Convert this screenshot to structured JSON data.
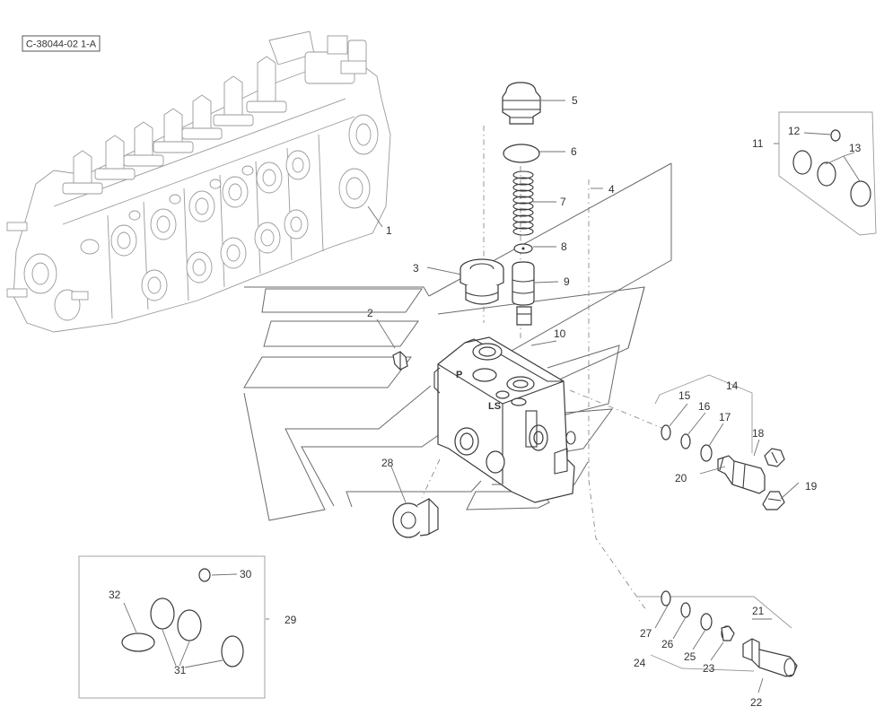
{
  "reference_code": "C-38044-02 1-A",
  "port_labels": {
    "pressure": "P",
    "load_sense": "LS"
  },
  "callouts": {
    "c1": "1",
    "c2": "2",
    "c3": "3",
    "c4": "4",
    "c5": "5",
    "c6": "6",
    "c7": "7",
    "c8": "8",
    "c9": "9",
    "c10": "10",
    "c11": "11",
    "c12": "12",
    "c13": "13",
    "c14": "14",
    "c15": "15",
    "c16": "16",
    "c17": "17",
    "c18": "18",
    "c19": "19",
    "c20": "20",
    "c21": "21",
    "c22": "22",
    "c23": "23",
    "c24": "24",
    "c25": "25",
    "c26": "26",
    "c27": "27",
    "c28": "28",
    "c29": "29",
    "c30": "30",
    "c31": "31",
    "c32": "32"
  },
  "colors": {
    "line": "#6a6a6a",
    "part_stroke": "#3a3a3a",
    "background": "#ffffff"
  }
}
